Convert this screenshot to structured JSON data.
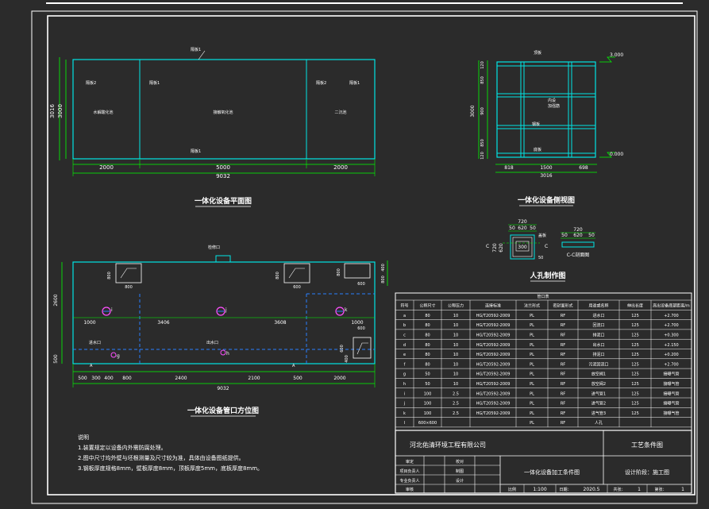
{
  "colors": {
    "background": "#2b2b2b",
    "border": "#ffffff",
    "outline": "#00e5e5",
    "dimension": "#00ff00",
    "label": "#ffffff",
    "nozzle": "#ff4fff",
    "hidden": "#2a7fff"
  },
  "plan": {
    "title": "一体化设备平面图",
    "leaders": [
      "隔板1",
      "隔板2",
      "隔板1",
      "隔板2",
      "隔板1",
      "隔板1"
    ],
    "rooms": [
      "水解酸化池",
      "接触氧化池",
      "二沉池"
    ],
    "dims_bottom": [
      "2000",
      "5000",
      "2000"
    ],
    "total": "9032",
    "dims_left": [
      "3016",
      "3000"
    ]
  },
  "side": {
    "title": "一体化设备侧视图",
    "top_label": "顶板",
    "inner_label": [
      "内设",
      "加强筋",
      "钢板"
    ],
    "bottom_label": "底板",
    "elev_top": "3.000",
    "elev_bottom": "0.000",
    "dims_right": [
      "120",
      "850",
      "900",
      "850",
      "120"
    ],
    "total_h": "3000",
    "dims_bottom": [
      "818",
      "1500",
      "698"
    ],
    "total_w": "3016"
  },
  "manhole": {
    "title": "人孔制作图",
    "dims_top": [
      "720",
      "50",
      "620",
      "50"
    ],
    "dims_left": [
      "720",
      "620"
    ],
    "inner": "300",
    "section_dims": [
      "720",
      "50",
      "620",
      "50"
    ],
    "section_label": "C-C剖面图",
    "labels": [
      "C",
      "C",
      "盖板",
      "50"
    ]
  },
  "front": {
    "title": "一体化设备管口方位图",
    "top_label": "检修口",
    "nozzles": [
      "i",
      "j",
      "k",
      "g",
      "h"
    ],
    "nozzle_labels": [
      "进水口",
      "出水口"
    ],
    "box_labels": [
      "800",
      "800",
      "800",
      "600",
      "800",
      "600"
    ],
    "dims_middle": [
      "1000",
      "3406",
      "3608",
      "1000"
    ],
    "dims_bottom": [
      "500",
      "300",
      "400",
      "800",
      "2400",
      "2100",
      "500",
      "2000"
    ],
    "total": "9032",
    "dims_left": [
      "2600",
      "500"
    ],
    "dims_right": [
      "400",
      "800",
      "600",
      "600",
      "400"
    ],
    "markers": [
      "A",
      "A"
    ]
  },
  "notes": {
    "heading": "说明",
    "lines": [
      "1.装置规定以设备内外需防腐处理。",
      "2.图中尺寸均外壁与坯根测量及尺寸较为准，具体由设备图纸提供。",
      "3.钢板厚度规格8mm，壁板厚度8mm，顶板厚度5mm，底板厚度8mm。"
    ]
  },
  "table": {
    "title": "管口表",
    "headers": [
      "符号",
      "公称尺寸",
      "公称压力",
      "连接标准",
      "法兰形式",
      "密封面形式",
      "用途或名称",
      "伸出长度",
      "高出设备底部距离/m"
    ],
    "rows": [
      [
        "a",
        "80",
        "10",
        "HG/T20592-2009",
        "PL",
        "RF",
        "进水口",
        "125",
        "+2.700"
      ],
      [
        "b",
        "80",
        "10",
        "HG/T20592-2009",
        "PL",
        "RF",
        "回流口",
        "125",
        "+2.700"
      ],
      [
        "c",
        "80",
        "10",
        "HG/T20592-2009",
        "PL",
        "RF",
        "排泥口",
        "125",
        "+0.300"
      ],
      [
        "d",
        "80",
        "10",
        "HG/T20592-2009",
        "PL",
        "RF",
        "出水口",
        "125",
        "+2.150"
      ],
      [
        "e",
        "80",
        "10",
        "HG/T20592-2009",
        "PL",
        "RF",
        "排泥口",
        "125",
        "+0.200"
      ],
      [
        "f",
        "80",
        "10",
        "HG/T20592-2009",
        "PL",
        "RF",
        "污泥回流口",
        "125",
        "+2.700"
      ],
      [
        "g",
        "50",
        "10",
        "HG/T20592-2009",
        "PL",
        "RF",
        "放空阀1",
        "125",
        "接曝气管"
      ],
      [
        "h",
        "50",
        "10",
        "HG/T20592-2009",
        "PL",
        "RF",
        "放空阀2",
        "125",
        "接曝气管"
      ],
      [
        "i",
        "100",
        "2.5",
        "HG/T20592-2009",
        "PL",
        "RF",
        "进气管1",
        "125",
        "接曝气管"
      ],
      [
        "j",
        "100",
        "2.5",
        "HG/T20592-2009",
        "PL",
        "RF",
        "进气管2",
        "125",
        "接曝气管"
      ],
      [
        "k",
        "100",
        "2.5",
        "HG/T20592-2009",
        "PL",
        "RF",
        "进气管3",
        "125",
        "接曝气管"
      ],
      [
        "l",
        "600×600",
        "",
        "",
        "PL",
        "RF",
        "人孔",
        "",
        ""
      ]
    ]
  },
  "titleblock": {
    "company": "河北佑清环境工程有限公司",
    "drawing_type": "工艺条件图",
    "drawing_name": "一体化设备加工条件图",
    "stage": "设计阶段：施工图",
    "roles_left": [
      "审定",
      "项目负责人",
      "专业负责人",
      "审核"
    ],
    "roles_right": [
      "校对",
      "制图",
      "设计"
    ],
    "scale_label": "比例",
    "scale": "1:100",
    "date_label": "日期：",
    "date": "2020.5",
    "sheets_label": "共张：",
    "sheets": "1",
    "sheet_label": "第张：",
    "sheet": "1"
  }
}
